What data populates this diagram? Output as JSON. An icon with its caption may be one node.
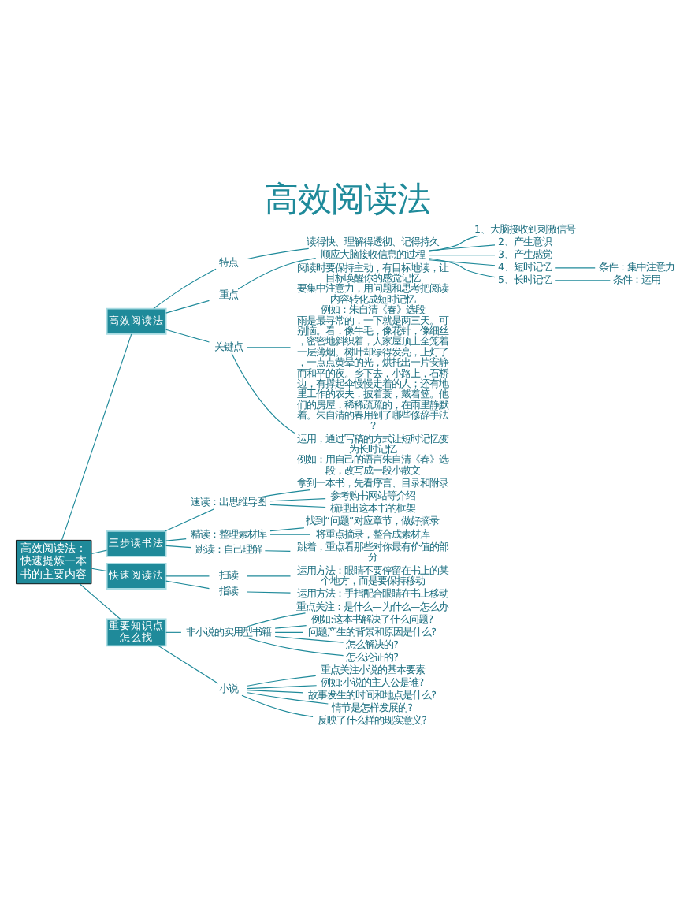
{
  "diagram": {
    "title": "高效阅读法",
    "nodes": [
      {
        "text": [
          "高效阅读法：快速提炼一本书的主要内容"
        ]
      },
      {
        "text": [
          "高效阅读法"
        ]
      },
      {
        "text": [
          "特点"
        ]
      },
      {
        "text": [
          "读得快、理解得透彻、记得持久"
        ]
      },
      {
        "text": [
          "重点"
        ]
      },
      {
        "text": [
          "顺应大脑接收信息的过程"
        ]
      },
      {
        "text": [
          "1、大脑接收到刺激信号"
        ]
      },
      {
        "text": [
          "2、产生意识"
        ]
      },
      {
        "text": [
          "3、产生感觉"
        ]
      },
      {
        "text": [
          "4、短时记忆"
        ]
      },
      {
        "text": [
          "条件：集中注意力"
        ]
      },
      {
        "text": [
          "5、长时记忆"
        ]
      },
      {
        "text": [
          "条件：运用"
        ]
      },
      {
        "text": [
          "关键点"
        ]
      },
      {
        "text": [
          "阅读时要保持主动，有目标地读，让目标唤醒你的感觉记忆",
          "要集中注意力，用问题和思考把阅读内容转化成短时记忆",
          "例如：朱自清《春》选段",
          "雨是最寻常的，一下就是两三天。可别恼。看，像牛毛，像花针，像细丝，密密地斜织着，人家屋顶上全笼着一层薄烟。树叶却绿得发亮，上灯了，一点点黄晕的光，烘托出一片安静而和平的夜。乡下去，小路上，石桥边，有撑起伞慢慢走着的人；还有地里工作的农夫，披着蓑，戴着笠。他们的房屋，稀稀疏疏的，在雨里静默着。朱自清的春用到了哪些修辞手法？"
        ]
      },
      {
        "text": [
          "运用，通过写稿的方式让短时记忆变为长时记忆",
          "例如：用自己的语言朱自清《春》选段，改写成一段小散文"
        ]
      },
      {
        "text": [
          "三步读书法"
        ]
      },
      {
        "text": [
          "速读：出思维导图"
        ]
      },
      {
        "text": [
          "拿到一本书，先看序言、目录和附录"
        ]
      },
      {
        "text": [
          "参考购书网站等介绍"
        ]
      },
      {
        "text": [
          "梳理出这本书的框架"
        ]
      },
      {
        "text": [
          "精读：整理素材库"
        ]
      },
      {
        "text": [
          "找到“问题”对应章节，做好摘录"
        ]
      },
      {
        "text": [
          "将重点摘录，整合成素材库"
        ]
      },
      {
        "text": [
          "跳读：自己理解"
        ]
      },
      {
        "text": [
          "跳着，重点看那些对你最有价值的部分"
        ]
      },
      {
        "text": [
          "快速阅读法"
        ]
      },
      {
        "text": [
          "扫读"
        ]
      },
      {
        "text": [
          "运用方法：眼睛不要停留在书上的某个地方，而是要保持移动"
        ]
      },
      {
        "text": [
          "指读"
        ]
      },
      {
        "text": [
          "运用方法：手指配合眼睛在书上移动"
        ]
      },
      {
        "text": [
          "重要知识点怎么找"
        ]
      },
      {
        "text": [
          "非小说的实用型书籍"
        ]
      },
      {
        "text": [
          "重点关注：是什么—为什么—怎么办"
        ]
      },
      {
        "text": [
          "例如:这本书解决了什么问题?"
        ]
      },
      {
        "text": [
          "问题产生的背景和原因是什么?"
        ]
      },
      {
        "text": [
          "怎么解决的?"
        ]
      },
      {
        "text": [
          "怎么论证的?"
        ]
      },
      {
        "text": [
          "小说"
        ]
      },
      {
        "text": [
          "重点关注小说的基本要素"
        ]
      },
      {
        "text": [
          "例如:小说的主人公是谁?"
        ]
      },
      {
        "text": [
          "故事发生的时间和地点是什么?"
        ]
      },
      {
        "text": [
          "情节是怎样发展的?"
        ]
      },
      {
        "text": [
          "反映了什么样的现实意义?"
        ]
      }
    ],
    "edges": [
      {
        "from": 0,
        "to": 1,
        "arrow": "none"
      },
      {
        "from": 1,
        "to": 2,
        "arrow": "none"
      },
      {
        "from": 2,
        "to": 3,
        "arrow": "none"
      },
      {
        "from": 1,
        "to": 4,
        "arrow": "none"
      },
      {
        "from": 4,
        "to": 5,
        "arrow": "none"
      },
      {
        "from": 5,
        "to": 6,
        "arrow": "none"
      },
      {
        "from": 5,
        "to": 7,
        "arrow": "none"
      },
      {
        "from": 5,
        "to": 8,
        "arrow": "none"
      },
      {
        "from": 5,
        "to": 9,
        "arrow": "none"
      },
      {
        "from": 9,
        "to": 10,
        "arrow": "none"
      },
      {
        "from": 5,
        "to": 11,
        "arrow": "none"
      },
      {
        "from": 11,
        "to": 12,
        "arrow": "none"
      },
      {
        "from": 1,
        "to": 13,
        "arrow": "none"
      },
      {
        "from": 13,
        "to": 14,
        "arrow": "none"
      },
      {
        "from": 13,
        "to": 15,
        "arrow": "none"
      },
      {
        "from": 0,
        "to": 16,
        "arrow": "none"
      },
      {
        "from": 16,
        "to": 17,
        "arrow": "none"
      },
      {
        "from": 17,
        "to": 18,
        "arrow": "none"
      },
      {
        "from": 17,
        "to": 19,
        "arrow": "none"
      },
      {
        "from": 17,
        "to": 20,
        "arrow": "none"
      },
      {
        "from": 16,
        "to": 21,
        "arrow": "none"
      },
      {
        "from": 21,
        "to": 22,
        "arrow": "none"
      },
      {
        "from": 21,
        "to": 23,
        "arrow": "none"
      },
      {
        "from": 16,
        "to": 24,
        "arrow": "none"
      },
      {
        "from": 24,
        "to": 25,
        "arrow": "none"
      },
      {
        "from": 0,
        "to": 26,
        "arrow": "none"
      },
      {
        "from": 26,
        "to": 27,
        "arrow": "none"
      },
      {
        "from": 27,
        "to": 28,
        "arrow": "none"
      },
      {
        "from": 26,
        "to": 29,
        "arrow": "none"
      },
      {
        "from": 29,
        "to": 30,
        "arrow": "none"
      },
      {
        "from": 0,
        "to": 31,
        "arrow": "none"
      },
      {
        "from": 31,
        "to": 32,
        "arrow": "none"
      },
      {
        "from": 32,
        "to": 33,
        "arrow": "none"
      },
      {
        "from": 32,
        "to": 34,
        "arrow": "none"
      },
      {
        "from": 32,
        "to": 35,
        "arrow": "none"
      },
      {
        "from": 32,
        "to": 36,
        "arrow": "none"
      },
      {
        "from": 32,
        "to": 37,
        "arrow": "none"
      },
      {
        "from": 31,
        "to": 38,
        "arrow": "none"
      },
      {
        "from": 38,
        "to": 39,
        "arrow": "none"
      },
      {
        "from": 38,
        "to": 40,
        "arrow": "none"
      },
      {
        "from": 38,
        "to": 41,
        "arrow": "none"
      },
      {
        "from": 38,
        "to": 42,
        "arrow": "none"
      },
      {
        "from": 38,
        "to": 43,
        "arrow": "none"
      }
    ]
  }
}
